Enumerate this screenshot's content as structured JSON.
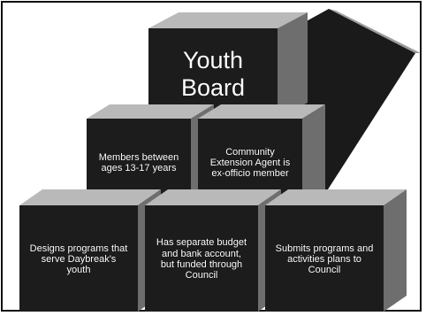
{
  "title": {
    "line1": "Youth",
    "line2": "Board"
  },
  "middle": [
    {
      "text": "Members between ages 13-17 years"
    },
    {
      "text": "Community Extension Agent is ex-officio member"
    }
  ],
  "bottom": [
    {
      "text": "Designs programs that serve Daybreak's youth"
    },
    {
      "text": "Has separate budget and bank account, but funded through Council"
    },
    {
      "text": "Submits programs and activities plans to Council"
    }
  ],
  "colors": {
    "block_front": "#1c1c1c",
    "block_top": "#b9b9b9",
    "block_side": "#6e6e6e",
    "arrow": "#1a1a1a"
  }
}
